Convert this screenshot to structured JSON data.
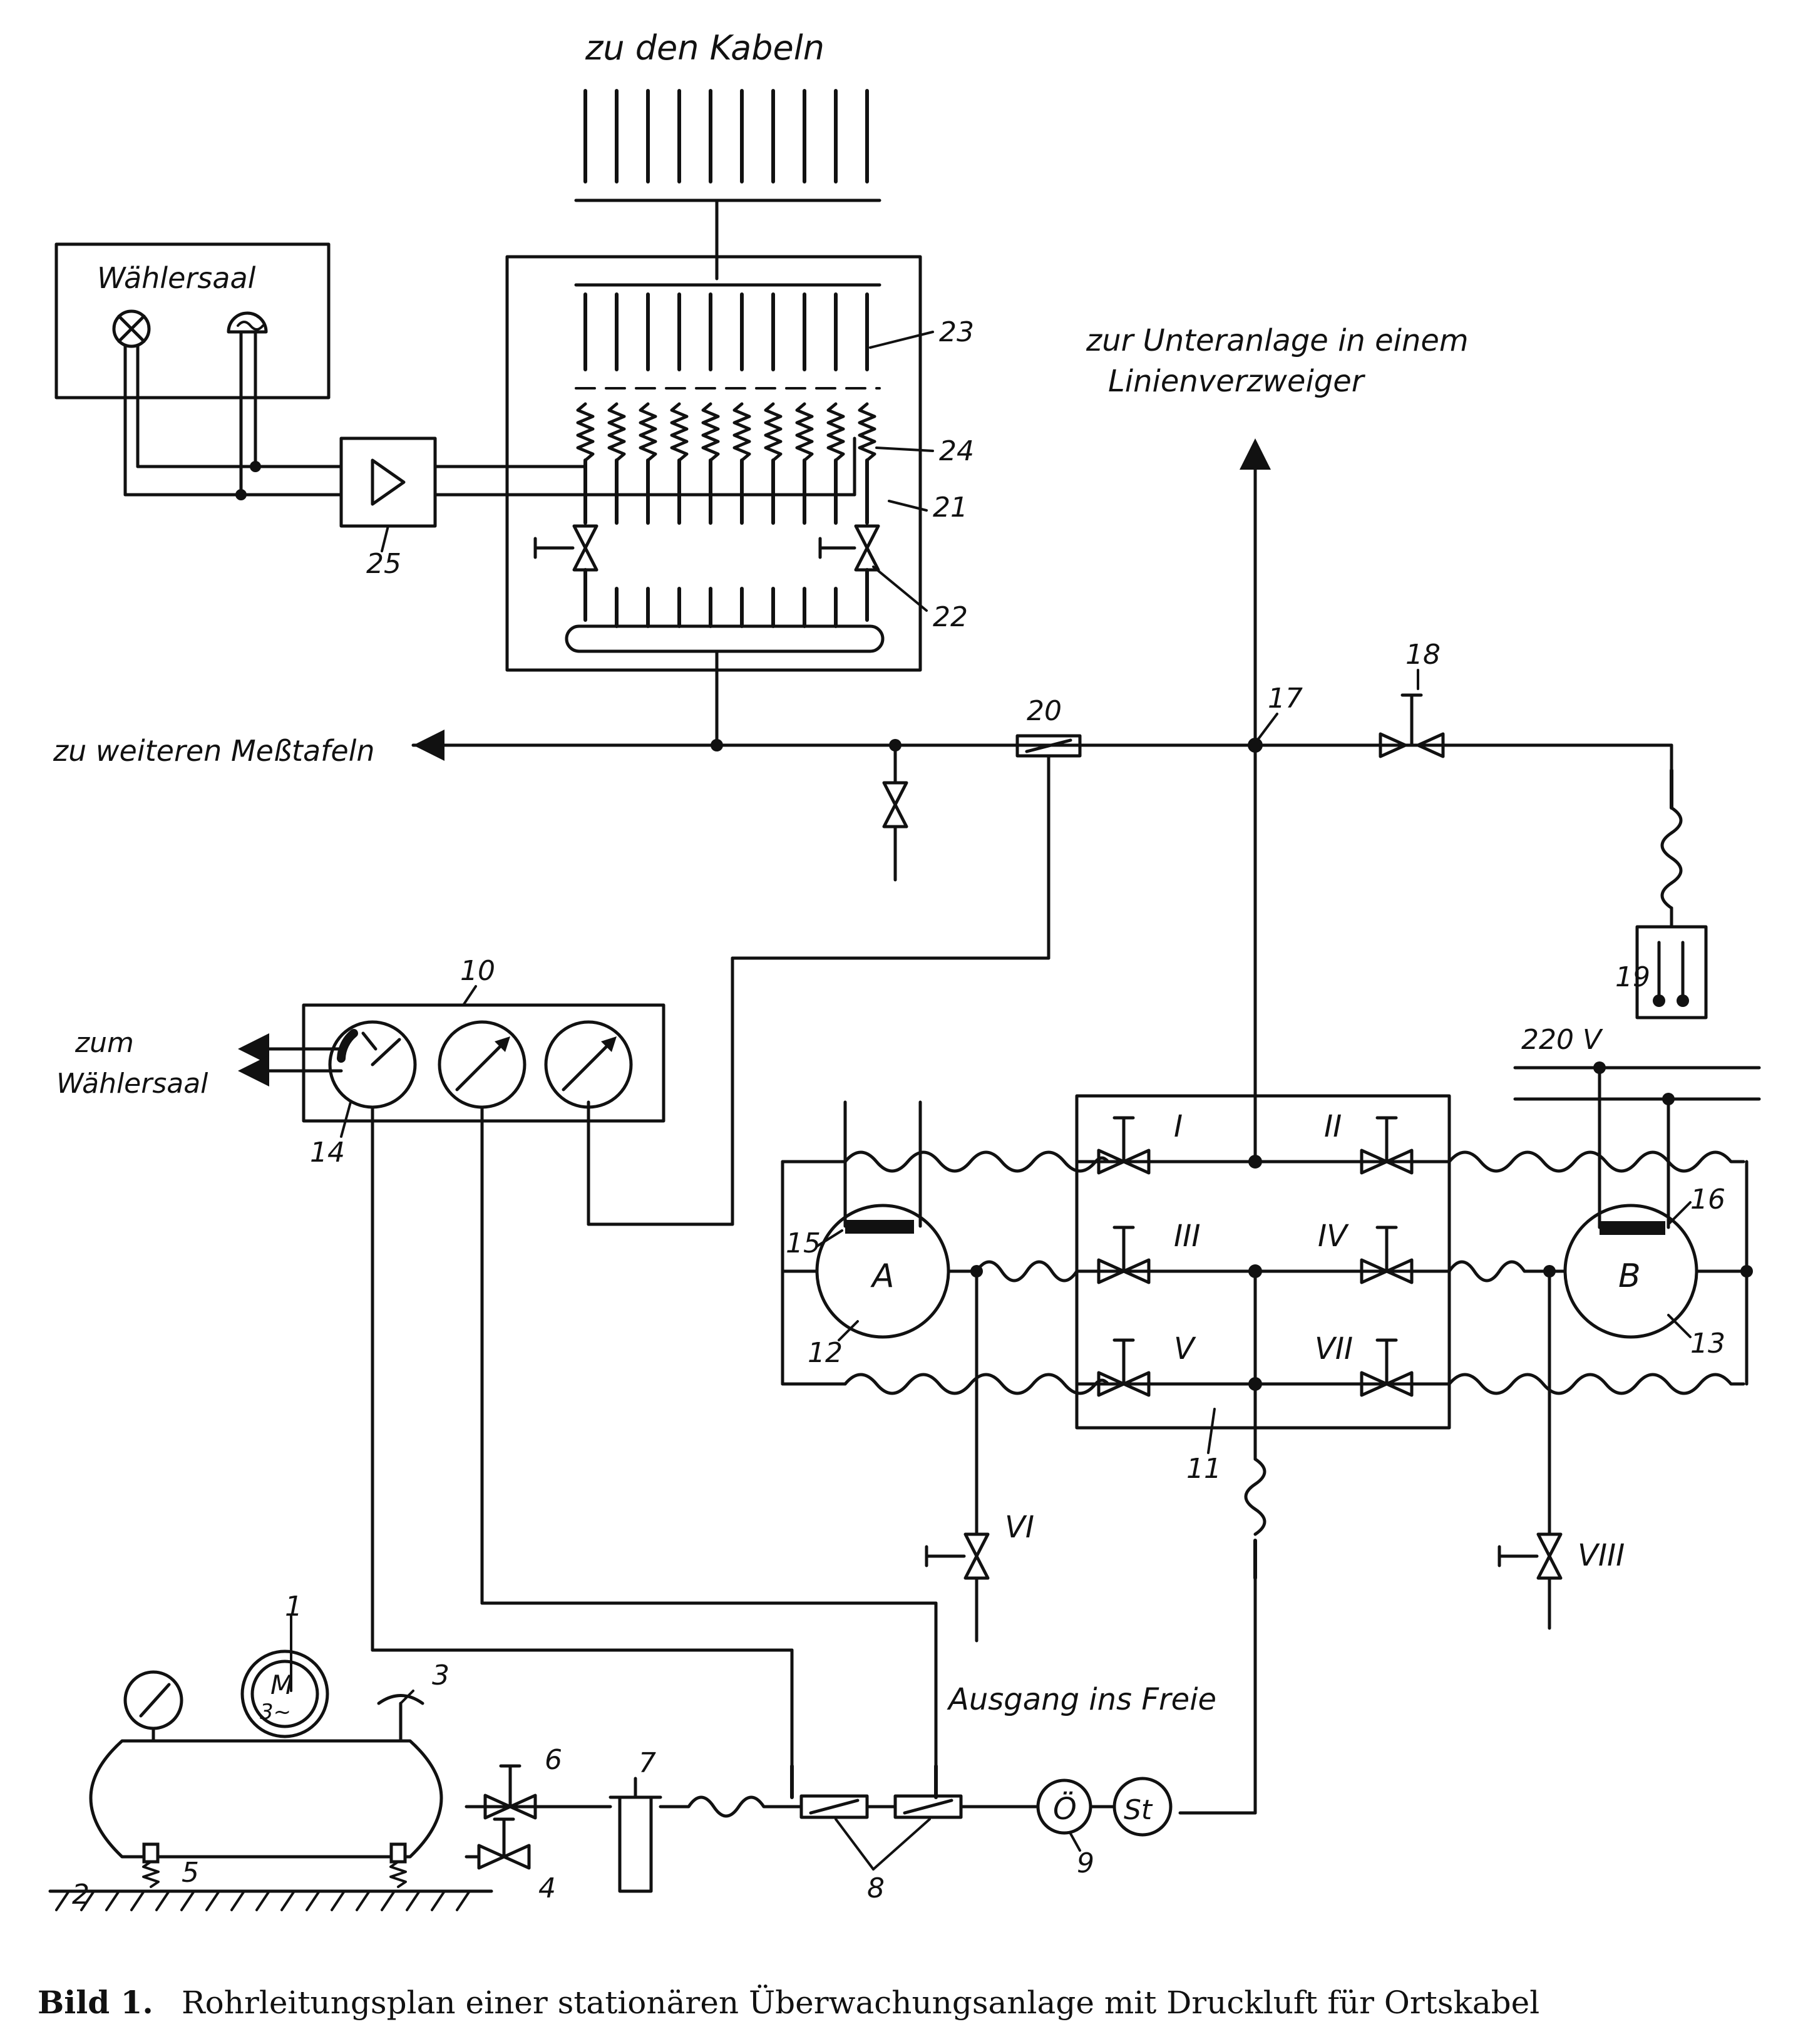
{
  "title_labels": {
    "to_cables": "zu den Kabeln",
    "to_subsystem_line1": "zur Unteranlage in einem",
    "to_subsystem_line2": "Linienverzweiger",
    "to_other_boards": "zu weiteren Meßtafeln",
    "to_selector_room_line1": "zum",
    "to_selector_room_line2": "Wählersaal",
    "selector_room": "Wählersaal",
    "voltage": "220 V",
    "exit_outside": "Ausgang ins Freie",
    "tank_A": "A",
    "tank_B": "B",
    "oil_separator": "Ö",
    "dust_filter": "St",
    "motor_line1": "M",
    "motor_line2": "3~"
  },
  "valve_labels": [
    "I",
    "II",
    "III",
    "IV",
    "V",
    "VI",
    "VII",
    "VIII"
  ],
  "part_numbers": [
    "1",
    "2",
    "3",
    "4",
    "5",
    "6",
    "7",
    "8",
    "9",
    "10",
    "11",
    "12",
    "13",
    "14",
    "15",
    "16",
    "17",
    "18",
    "19",
    "20",
    "21",
    "22",
    "23",
    "24",
    "25"
  ],
  "caption": {
    "prefix": "Bild 1.",
    "text": "Rohrleitungsplan einer stationären Überwachungsanlage mit Druckluft für Ortskabel"
  },
  "icons": {
    "lamp": "lamp-icon",
    "horn": "horn-icon",
    "amplifier": "amplifier-icon",
    "gauge": "pressure-gauge-icon",
    "valve": "valve-icon",
    "motor": "motor-icon",
    "thermometer": "thermometer-icon"
  }
}
